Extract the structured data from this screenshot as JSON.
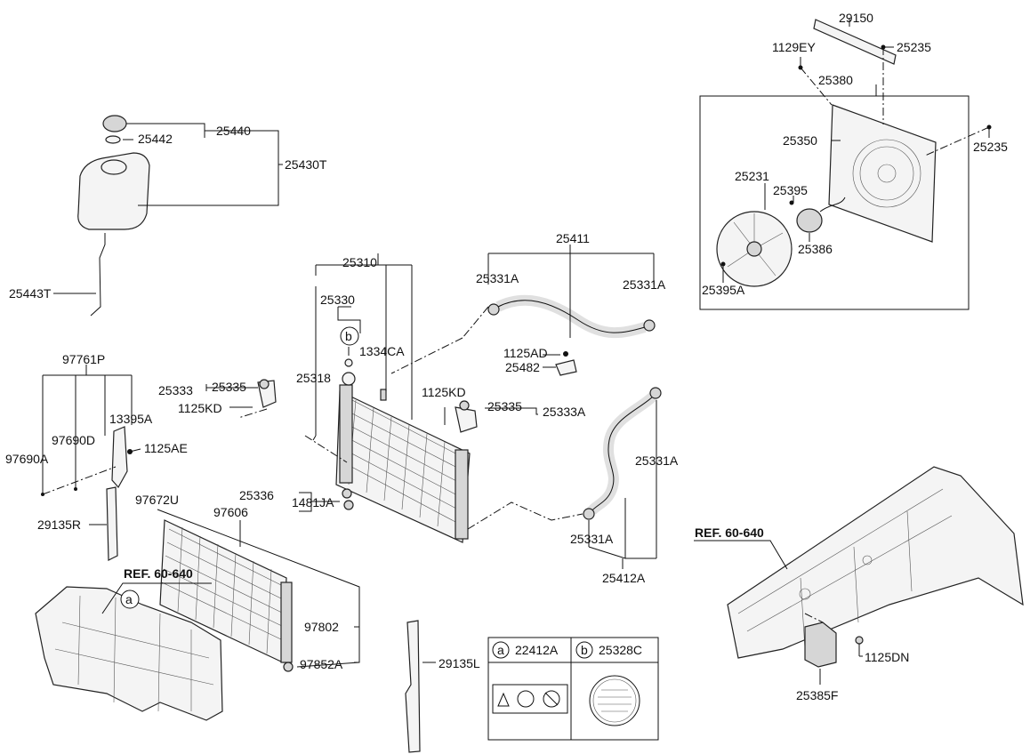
{
  "parts": {
    "p29150": "29150",
    "p25235_top": "25235",
    "p1129EY": "1129EY",
    "p25380": "25380",
    "p25350": "25350",
    "p25235_right": "25235",
    "p25231": "25231",
    "p25395": "25395",
    "p25386": "25386",
    "p25395A": "25395A",
    "p25440": "25440",
    "p25442": "25442",
    "p25430T": "25430T",
    "p25443T": "25443T",
    "p25310": "25310",
    "p25330": "25330",
    "p1334CA": "1334CA",
    "p25318": "25318",
    "p25333": "25333",
    "p25335_left": "25335",
    "p1125KD_left": "1125KD",
    "p25411": "25411",
    "p25331A_a": "25331A",
    "p25331A_b": "25331A",
    "p1125AD": "1125AD",
    "p25482": "25482",
    "p1125KD_right": "1125KD",
    "p25335_right": "25335",
    "p25333A": "25333A",
    "p25331A_c": "25331A",
    "p25331A_d": "25331A",
    "p25412A": "25412A",
    "p97761P": "97761P",
    "p13395A": "13395A",
    "p97690D": "97690D",
    "p97690A": "97690A",
    "p1125AE": "1125AE",
    "p29135R": "29135R",
    "p25336": "25336",
    "p1481JA": "1481JA",
    "p97672U": "97672U",
    "p97606": "97606",
    "p97802": "97802",
    "p97852A": "97852A",
    "p29135L": "29135L",
    "ref_left": "REF. 60-640",
    "ref_right": "REF. 60-640",
    "p1125DN": "1125DN",
    "p25385F": "25385F"
  },
  "markers": {
    "a": "a",
    "b": "b"
  },
  "legend": {
    "a_letter": "a",
    "a_part": "22412A",
    "b_letter": "b",
    "b_part": "25328C"
  }
}
